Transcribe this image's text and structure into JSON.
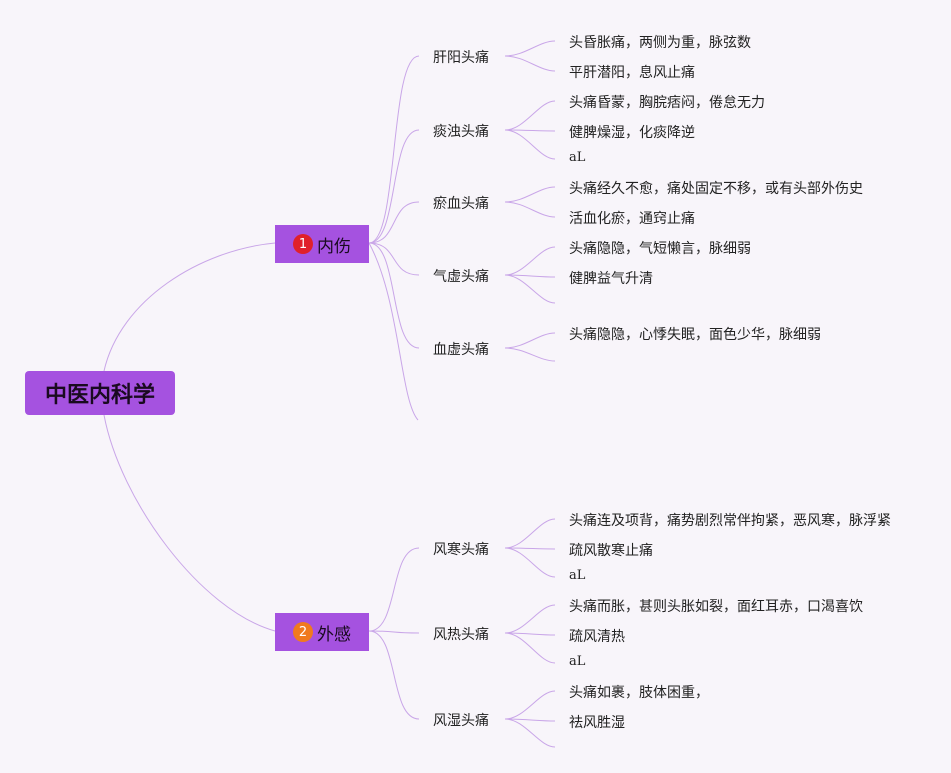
{
  "colors": {
    "node_fill": "#a552e0",
    "line": "#c9a6e8",
    "badge_1": "#e0202a",
    "badge_2": "#f07a1e"
  },
  "root": {
    "label": "中医内科学"
  },
  "branches": [
    {
      "badge": "1",
      "label": "内伤",
      "topics": [
        {
          "label": "肝阳头痛",
          "leaves": [
            "头昏胀痛，两侧为重，脉弦数",
            "平肝潜阳，息风止痛"
          ]
        },
        {
          "label": "痰浊头痛",
          "leaves": [
            "头痛昏蒙，胸脘痞闷，倦怠无力",
            "健脾燥湿，化痰降逆",
            "aL"
          ]
        },
        {
          "label": "瘀血头痛",
          "leaves": [
            "头痛经久不愈，痛处固定不移，或有头部外伤史",
            "活血化瘀，通窍止痛"
          ]
        },
        {
          "label": "气虚头痛",
          "leaves": [
            "头痛隐隐，气短懒言，脉细弱",
            "健脾益气升清",
            ""
          ]
        },
        {
          "label": "血虚头痛",
          "leaves": [
            "头痛隐隐，心悸失眠，面色少华，脉细弱",
            ""
          ]
        }
      ]
    },
    {
      "badge": "2",
      "label": "外感",
      "topics": [
        {
          "label": "风寒头痛",
          "leaves": [
            "头痛连及项背，痛势剧烈常伴拘紧，恶风寒，脉浮紧",
            "疏风散寒止痛",
            "aL"
          ]
        },
        {
          "label": "风热头痛",
          "leaves": [
            "头痛而胀，甚则头胀如裂，面红耳赤，口渴喜饮",
            "疏风清热",
            "aL"
          ]
        },
        {
          "label": "风湿头痛",
          "leaves": [
            "头痛如裹，肢体困重，",
            "祛风胜湿",
            ""
          ]
        }
      ]
    }
  ]
}
